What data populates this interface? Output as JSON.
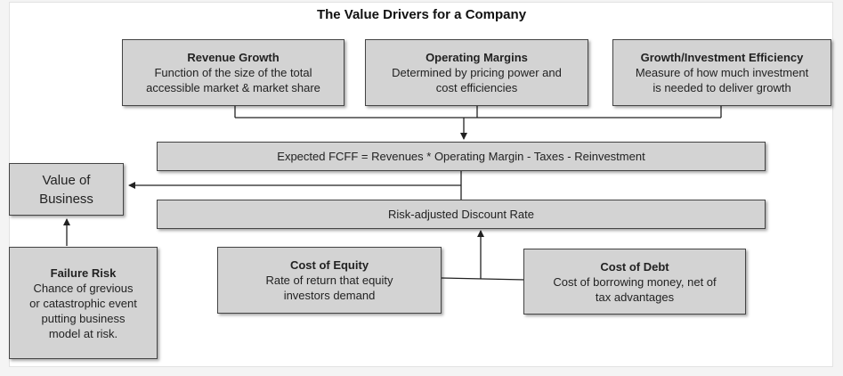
{
  "title": "The Value Drivers for a Company",
  "drivers": {
    "revenue_growth": {
      "title": "Revenue Growth",
      "line1": "Function of the size of the total",
      "line2": "accessible market & market share"
    },
    "operating_margins": {
      "title": "Operating Margins",
      "line1": "Determined by pricing power and",
      "line2": "cost efficiencies"
    },
    "growth_efficiency": {
      "title": "Growth/Investment Efficiency",
      "line1": "Measure of how much investment",
      "line2": "is needed to deliver growth"
    }
  },
  "fcff": "Expected FCFF = Revenues * Operating Margin - Taxes - Reinvestment",
  "discount_rate": "Risk-adjusted Discount Rate",
  "value_of_business": {
    "line1": "Value of",
    "line2": "Business"
  },
  "failure_risk": {
    "title": "Failure Risk",
    "line1": "Chance of grevious",
    "line2": "or catastrophic event",
    "line3": "putting business",
    "line4": "model at risk."
  },
  "cost_of_equity": {
    "title": "Cost of Equity",
    "line1": "Rate of return that equity",
    "line2": "investors demand"
  },
  "cost_of_debt": {
    "title": "Cost of Debt",
    "line1": "Cost of borrowing money, net of",
    "line2": "tax advantages"
  }
}
